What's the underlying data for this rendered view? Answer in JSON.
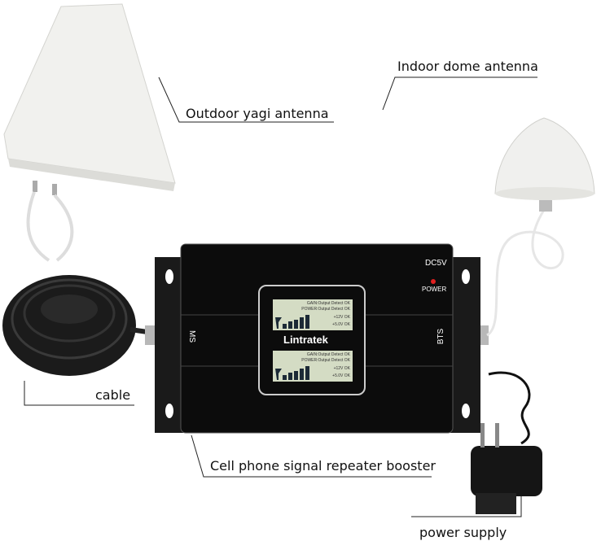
{
  "labels": {
    "outdoor": "Outdoor yagi antenna",
    "indoor": "Indoor dome antenna",
    "cable": "cable",
    "booster": "Cell phone signal repeater booster",
    "power": "power supply"
  },
  "device": {
    "dc": "DC5V",
    "power_led": "POWER",
    "ms": "MS",
    "bts": "BTS",
    "brand": "Lintratek",
    "screens": [
      {
        "line1": "GAIN:Output Detect",
        "line2": "POWER:Output Detect",
        "ok1": "OK",
        "ok2": "OK",
        "v12": "+12V OK",
        "v5": "+5.0V OK"
      },
      {
        "line1": "GAIN:Output Detect",
        "line2": "POWER:Output Detect",
        "ok1": "OK",
        "ok2": "OK",
        "v12": "+12V OK",
        "v5": "+5.0V OK"
      }
    ]
  },
  "colors": {
    "led": "#e02020",
    "lcd": "#d4dcc4",
    "device": "#111111"
  }
}
